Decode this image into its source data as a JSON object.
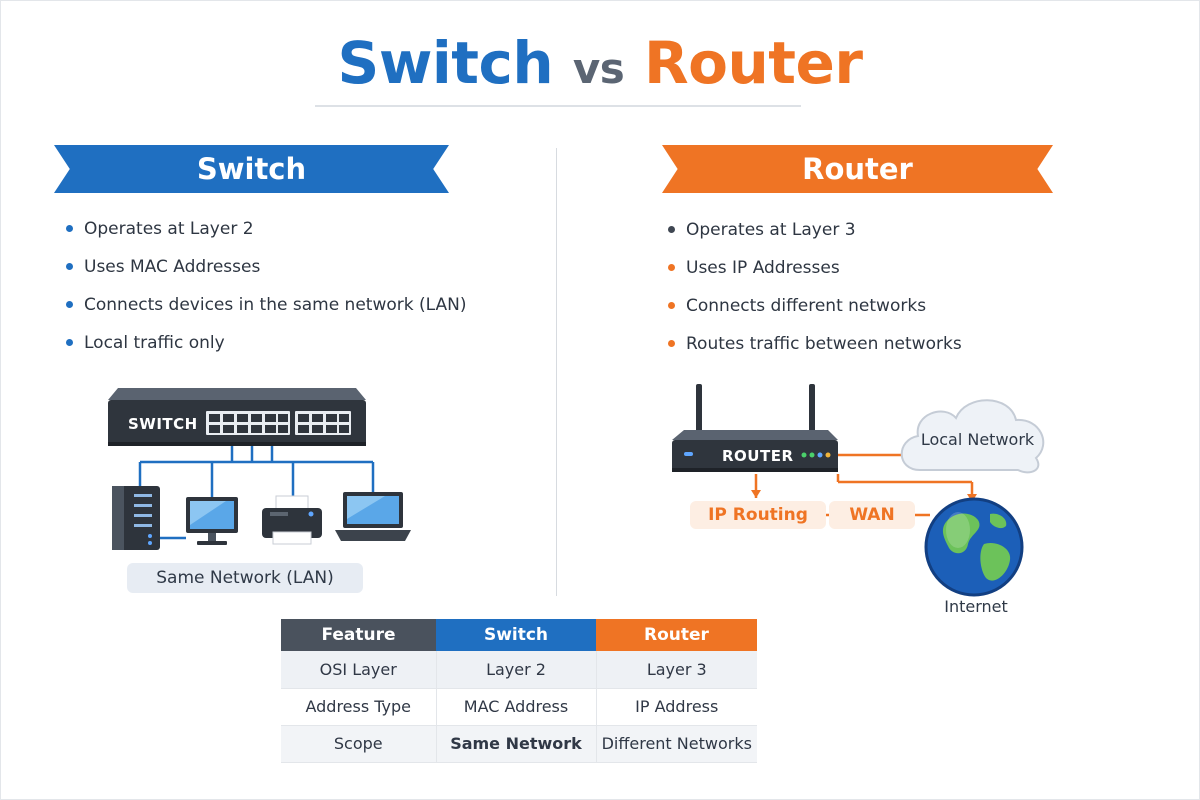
{
  "title": {
    "switch": "Switch",
    "vs": "vs",
    "router": "Router"
  },
  "colors": {
    "switch": "#1f6fc1",
    "router": "#ef7424",
    "dark": "#4a525d"
  },
  "switch_panel": {
    "heading": "Switch",
    "bullets": [
      "Operates at Layer 2",
      "Uses MAC Addresses",
      "Connects devices in the same network (LAN)",
      "Local traffic only"
    ],
    "device_label": "SWITCH",
    "devices": [
      "server-icon",
      "monitor-icon",
      "printer-icon",
      "laptop-icon"
    ],
    "network_label": "Same Network (LAN)"
  },
  "router_panel": {
    "heading": "Router",
    "bullets": [
      "Operates at Layer 3",
      "Uses IP Addresses",
      "Connects different networks",
      "Routes traffic between networks"
    ],
    "device_label": "ROUTER",
    "ip_routing_label": "IP Routing",
    "wan_label": "WAN",
    "cloud_label": "Local Network",
    "internet_label": "Internet"
  },
  "table": {
    "headers": [
      "Feature",
      "Switch",
      "Router"
    ],
    "rows": [
      [
        "OSI Layer",
        "Layer 2",
        "Layer 3"
      ],
      [
        "Address Type",
        "MAC Address",
        "IP Address"
      ],
      [
        "Scope",
        "Same Network",
        "Different Networks"
      ]
    ]
  }
}
